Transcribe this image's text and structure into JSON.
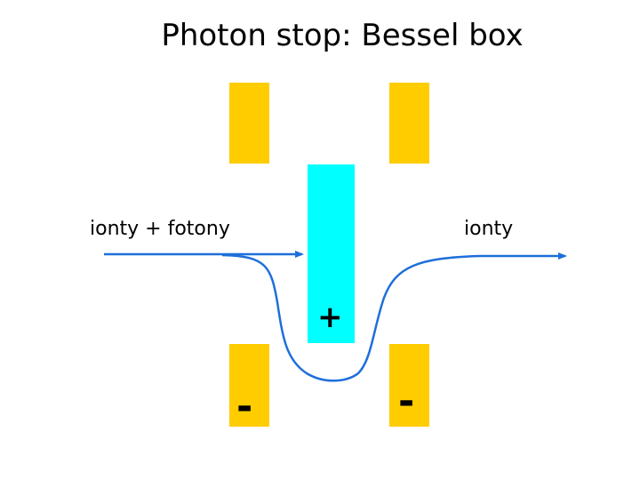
{
  "title": "Photon stop: Bessel box",
  "labels": {
    "left": "ionty + fotony",
    "right": "ionty"
  },
  "signs": {
    "center": "+",
    "bottom_left": "-",
    "bottom_right": "-"
  },
  "colors": {
    "electrode": "#FFCC00",
    "photon_stop": "#00FFFF",
    "path": "#1E6FD9"
  }
}
